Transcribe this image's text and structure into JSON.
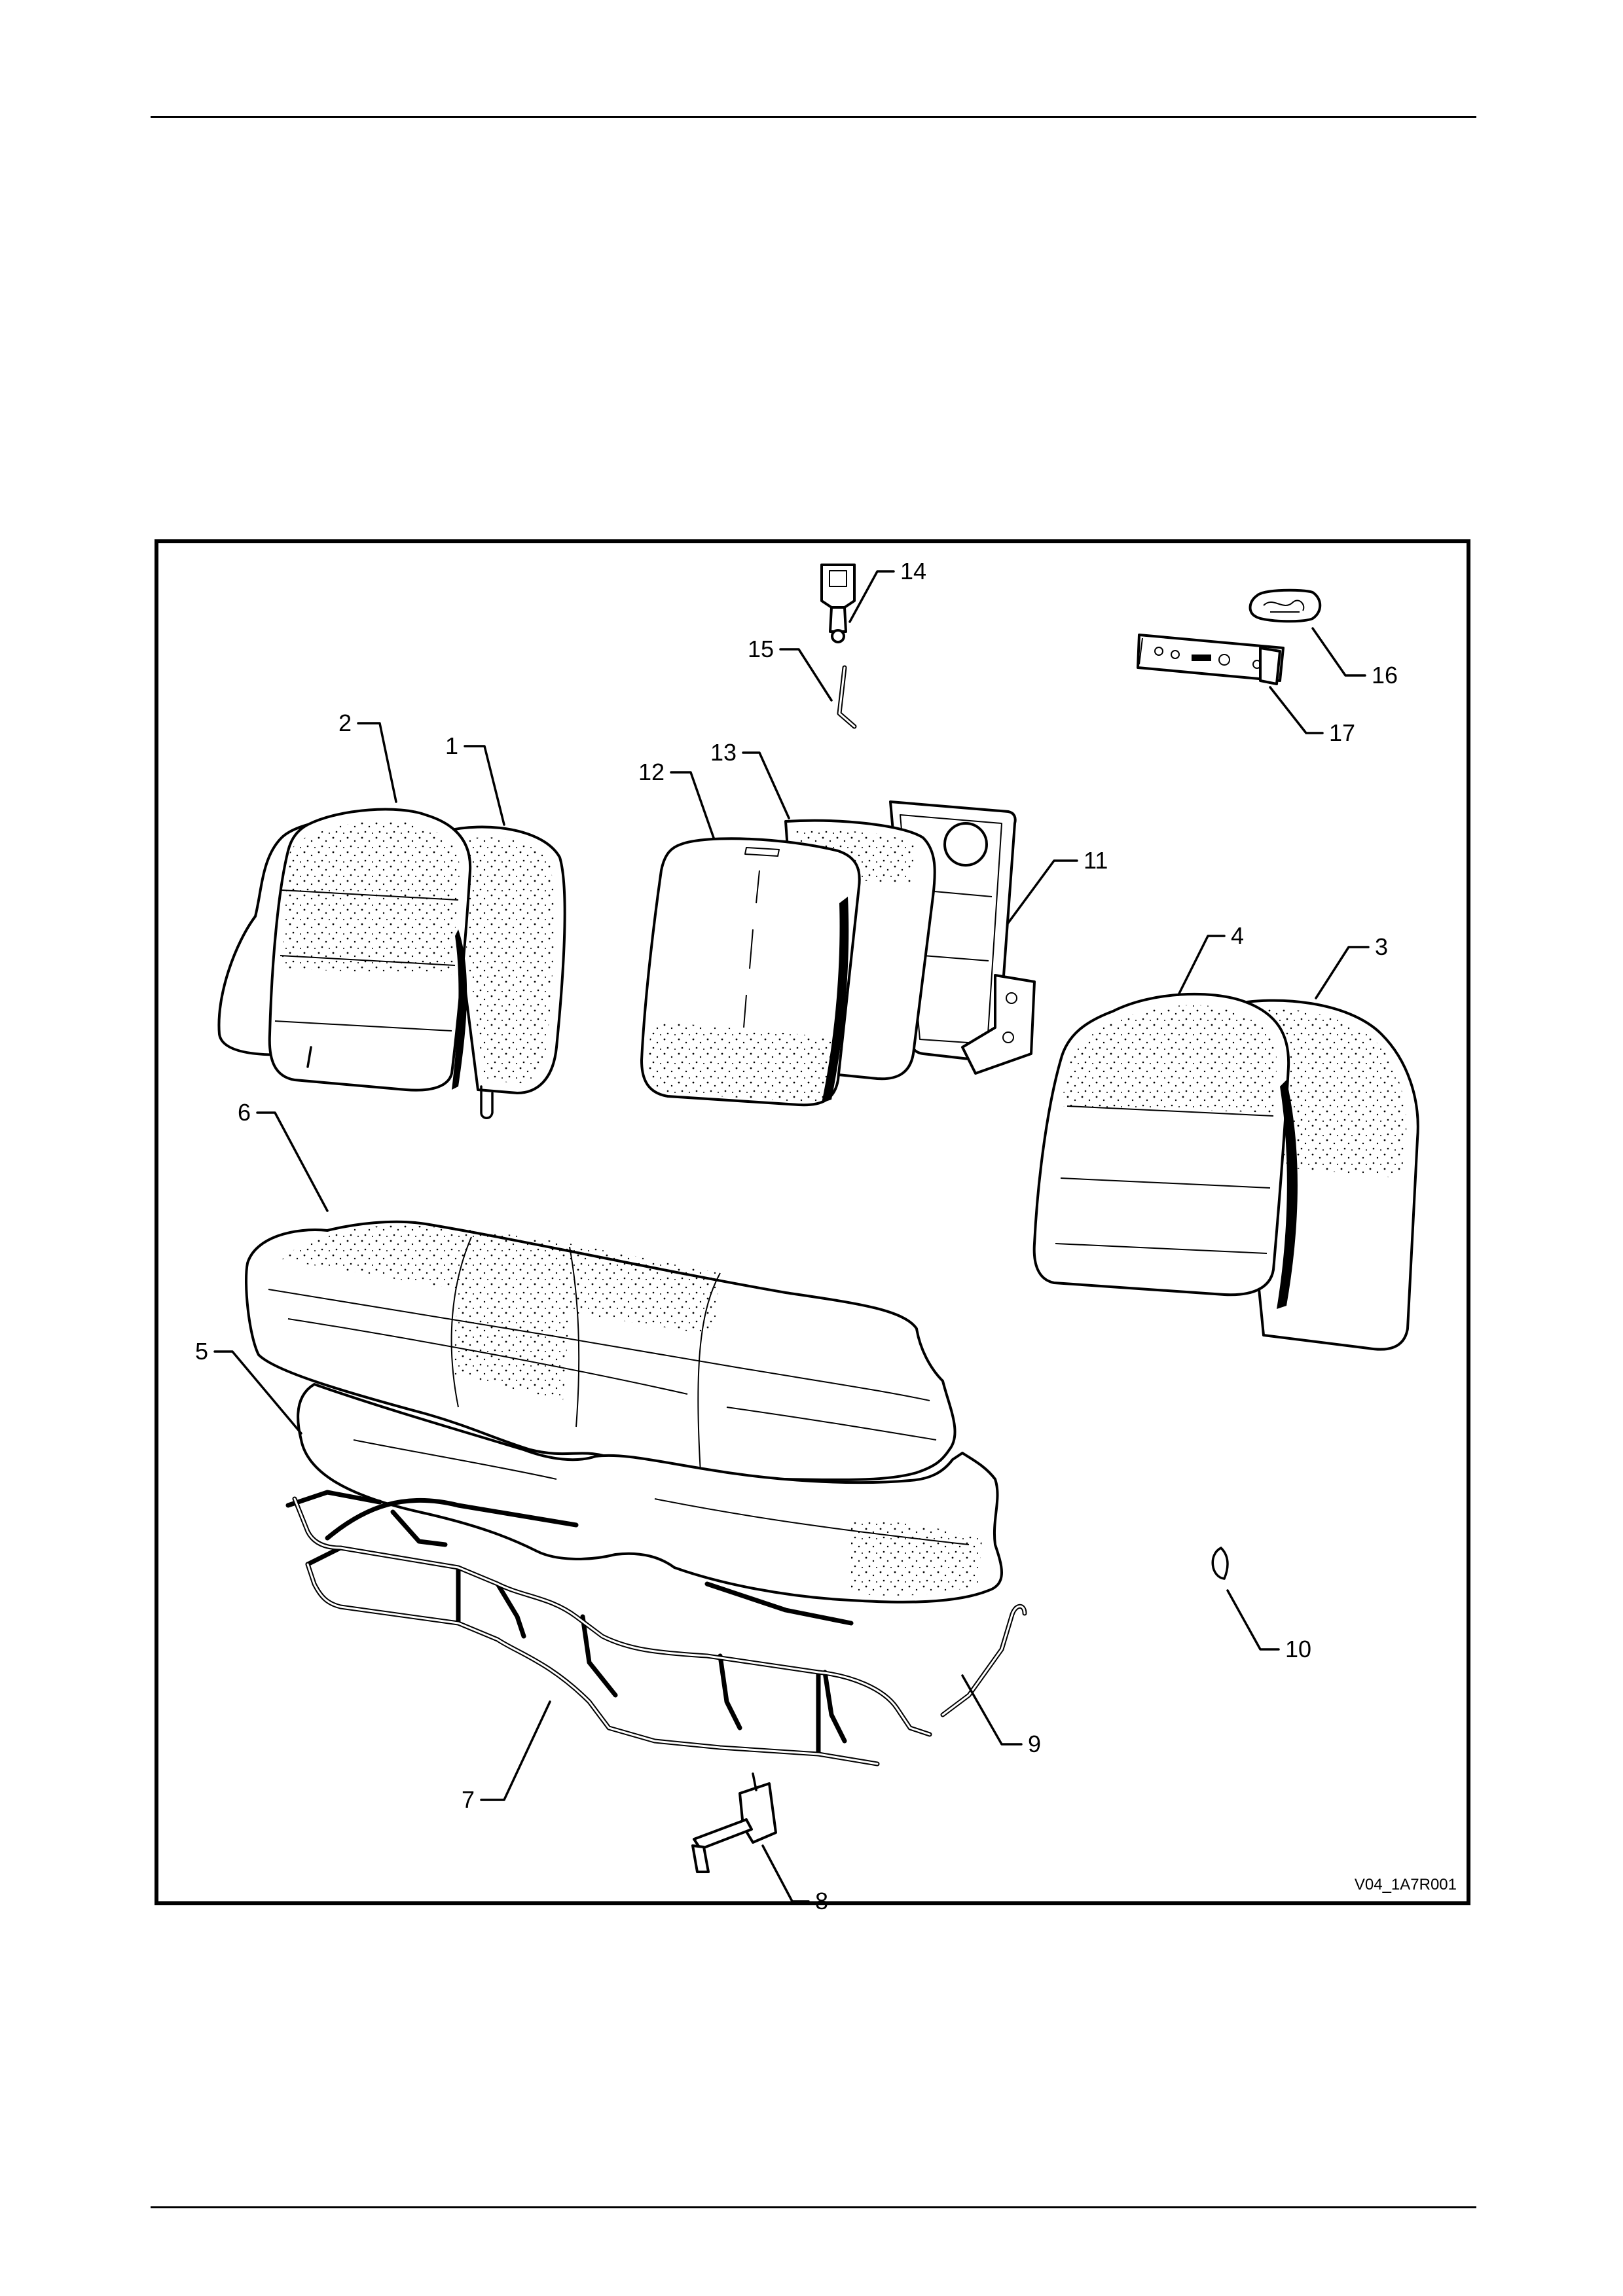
{
  "figure": {
    "code": "V04_1A7R001",
    "callouts": [
      {
        "id": "c1",
        "label": "1"
      },
      {
        "id": "c2",
        "label": "2"
      },
      {
        "id": "c3",
        "label": "3"
      },
      {
        "id": "c4",
        "label": "4"
      },
      {
        "id": "c5",
        "label": "5"
      },
      {
        "id": "c6",
        "label": "6"
      },
      {
        "id": "c7",
        "label": "7"
      },
      {
        "id": "c8",
        "label": "8"
      },
      {
        "id": "c9",
        "label": "9"
      },
      {
        "id": "c10",
        "label": "10"
      },
      {
        "id": "c11",
        "label": "11"
      },
      {
        "id": "c12",
        "label": "12"
      },
      {
        "id": "c13",
        "label": "13"
      },
      {
        "id": "c14",
        "label": "14"
      },
      {
        "id": "c15",
        "label": "15"
      },
      {
        "id": "c16",
        "label": "16"
      },
      {
        "id": "c17",
        "label": "17"
      }
    ]
  }
}
